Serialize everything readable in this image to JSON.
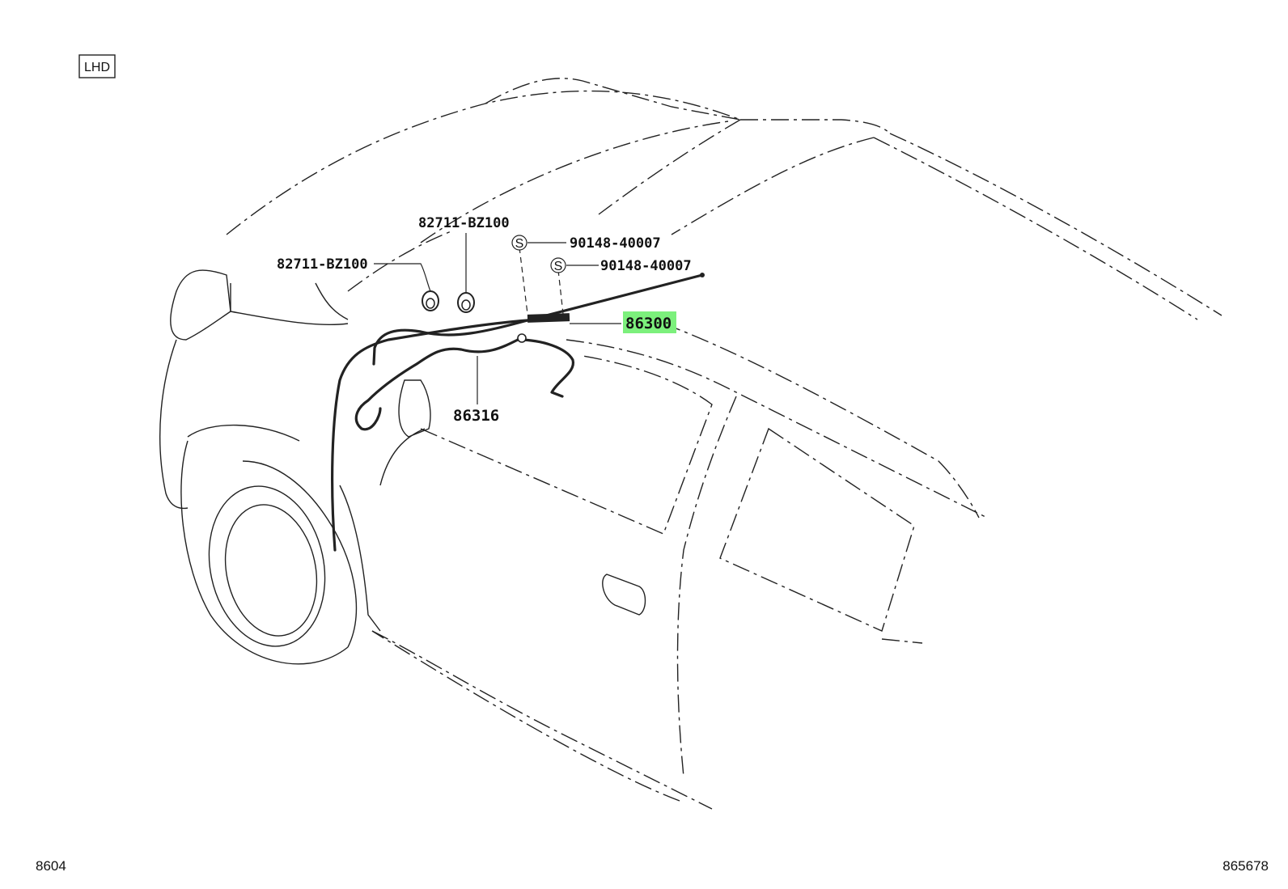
{
  "diagram": {
    "region_tag": "LHD",
    "parts": [
      {
        "number": "82711-BZ100",
        "highlighted": false
      },
      {
        "number": "82711-BZ100",
        "highlighted": false
      },
      {
        "number": "90148-40007",
        "highlighted": false,
        "symbol": "S"
      },
      {
        "number": "90148-40007",
        "highlighted": false,
        "symbol": "S"
      },
      {
        "number": "86300",
        "highlighted": true
      },
      {
        "number": "86316",
        "highlighted": false
      }
    ],
    "footer_left": "8604",
    "footer_right": "865678",
    "highlight_color": "#7cf07c",
    "line_color": "#222222"
  }
}
